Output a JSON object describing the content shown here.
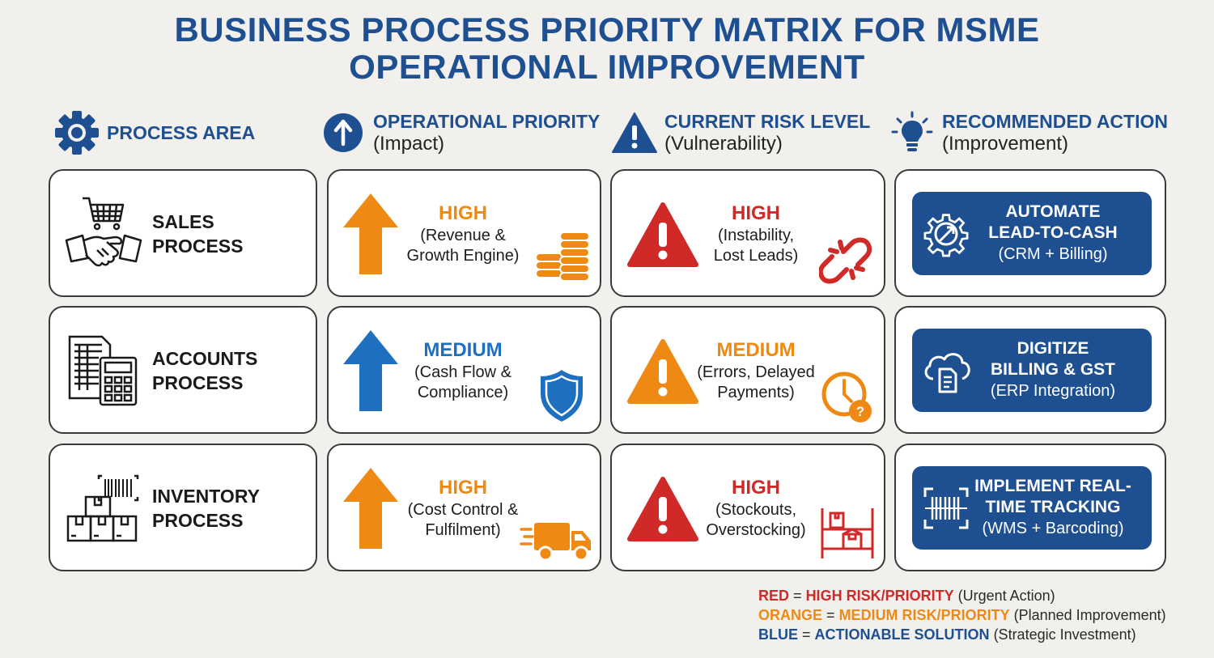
{
  "title": {
    "line1": "BUSINESS PROCESS PRIORITY MATRIX FOR MSME",
    "line2": "OPERATIONAL IMPROVEMENT"
  },
  "columns": [
    {
      "title": "PROCESS AREA",
      "subtitle": "",
      "icon": "gear-icon"
    },
    {
      "title": "OPERATIONAL PRIORITY",
      "subtitle": "(Impact)",
      "icon": "arrow-up-circle-icon"
    },
    {
      "title": "CURRENT RISK LEVEL",
      "subtitle": "(Vulnerability)",
      "icon": "warning-triangle-icon"
    },
    {
      "title": "RECOMMENDED ACTION",
      "subtitle": "(Improvement)",
      "icon": "lightbulb-icon"
    }
  ],
  "rows": [
    {
      "process": {
        "line1": "SALES",
        "line2": "PROCESS",
        "icon": "cart-handshake-icon"
      },
      "priority": {
        "level": "HIGH",
        "line1": "(Revenue &",
        "line2": "Growth Engine)",
        "color": "#ee8a14",
        "icon": "coins-icon"
      },
      "risk": {
        "level": "HIGH",
        "line1": "(Instability,",
        "line2": "Lost Leads)",
        "color": "#cf2a27",
        "icon": "broken-link-icon"
      },
      "action": {
        "line1": "AUTOMATE",
        "line2": "LEAD-TO-CASH",
        "line3": "(CRM + Billing)",
        "icon": "gear-arrow-icon"
      }
    },
    {
      "process": {
        "line1": "ACCOUNTS",
        "line2": "PROCESS",
        "icon": "calculator-document-icon"
      },
      "priority": {
        "level": "MEDIUM",
        "line1": "(Cash Flow &",
        "line2": "Compliance)",
        "color": "#1f6fc0",
        "icon": "shield-icon"
      },
      "risk": {
        "level": "MEDIUM",
        "line1": "(Errors, Delayed",
        "line2": "Payments)",
        "color": "#ee8a14",
        "icon": "clock-question-icon"
      },
      "action": {
        "line1": "DIGITIZE",
        "line2": "BILLING & GST",
        "line3": "(ERP Integration)",
        "icon": "cloud-document-icon"
      }
    },
    {
      "process": {
        "line1": "INVENTORY",
        "line2": "PROCESS",
        "icon": "boxes-barcode-icon"
      },
      "priority": {
        "level": "HIGH",
        "line1": "(Cost Control &",
        "line2": "Fulfilment)",
        "color": "#ee8a14",
        "icon": "delivery-truck-icon"
      },
      "risk": {
        "level": "HIGH",
        "line1": "(Stockouts,",
        "line2": "Overstocking)",
        "color": "#cf2a27",
        "icon": "shelf-box-icon"
      },
      "action": {
        "line1": "IMPLEMENT REAL-",
        "line2": "TIME TRACKING",
        "line3": "(WMS + Barcoding)",
        "icon": "barcode-scan-icon"
      }
    }
  ],
  "legend": [
    {
      "color_word": "RED",
      "eq": "=",
      "key": "HIGH RISK/PRIORITY",
      "note": "(Urgent Action)",
      "color": "#cf2a27"
    },
    {
      "color_word": "ORANGE",
      "eq": "=",
      "key": "MEDIUM RISK/PRIORITY",
      "note": "(Planned Improvement)",
      "color": "#ee8a14"
    },
    {
      "color_word": "BLUE",
      "eq": "=",
      "key": "ACTIONABLE SOLUTION",
      "note": "(Strategic Investment)",
      "color": "#1d4f91"
    }
  ],
  "colors": {
    "navy": "#1d4f91",
    "orange": "#ee8a14",
    "red": "#cf2a27",
    "blue": "#1f6fc0"
  }
}
